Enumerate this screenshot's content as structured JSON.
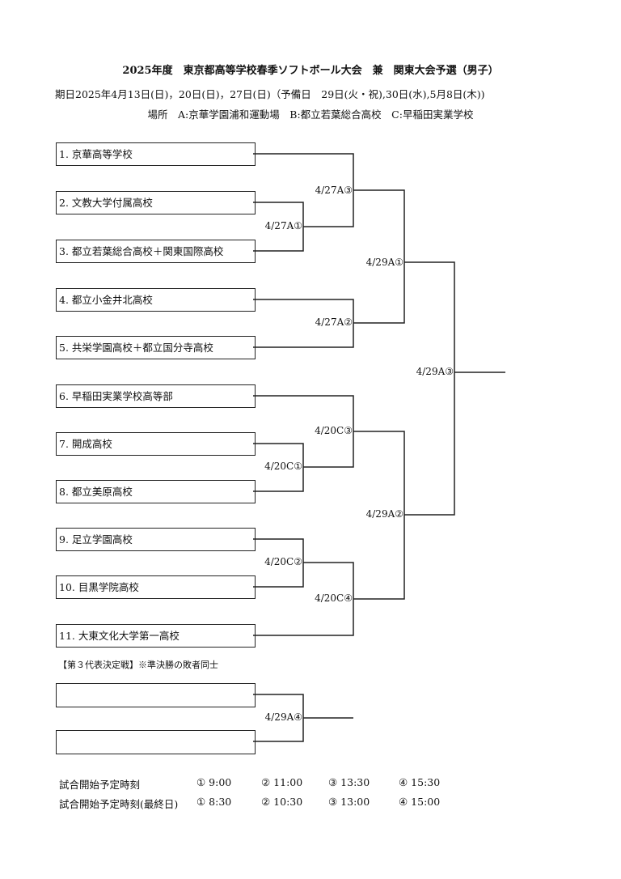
{
  "title": "2025年度　東京都高等学校春季ソフトボール大会　兼　関東大会予選（男子）",
  "dates": "期日2025年4月13日(日)，20日(日)，27日(日)（予備日　29日(火・祝),30日(水),5月8日(木))",
  "venues": "場所　A:京華学園浦和運動場　B:都立若葉総合高校　C:早稲田実業学校",
  "teams": [
    "1. 京華高等学校",
    "2. 文教大学付属高校",
    "3. 都立若葉総合高校＋関東国際高校",
    "4. 都立小金井北高校",
    "5. 共栄学園高校＋都立国分寺高校",
    "6. 早稲田実業学校高等部",
    "7. 開成高校",
    "8. 都立美原高校",
    "9. 足立学園高校",
    "10. 目黒学院高校",
    "11. 大東文化大学第一高校"
  ],
  "matches": {
    "m27A1": "4/27A①",
    "m27A2": "4/27A②",
    "m27A3": "4/27A③",
    "m29A1": "4/29A①",
    "m20C1": "4/20C①",
    "m20C2": "4/20C②",
    "m20C3": "4/20C③",
    "m20C4": "4/20C④",
    "m29A2": "4/29A②",
    "m29A3": "4/29A③",
    "m29A4": "4/29A④"
  },
  "third_place_note": "【第３代表決定戦】※準決勝の敗者同士",
  "schedule": [
    {
      "label": "試合開始予定時刻",
      "times": [
        "① 9:00",
        "② 11:00",
        "③ 13:30",
        "④ 15:30"
      ]
    },
    {
      "label": "試合開始予定時刻(最終日)",
      "times": [
        "① 8:30",
        "② 10:30",
        "③ 13:00",
        "④ 15:00"
      ]
    }
  ]
}
